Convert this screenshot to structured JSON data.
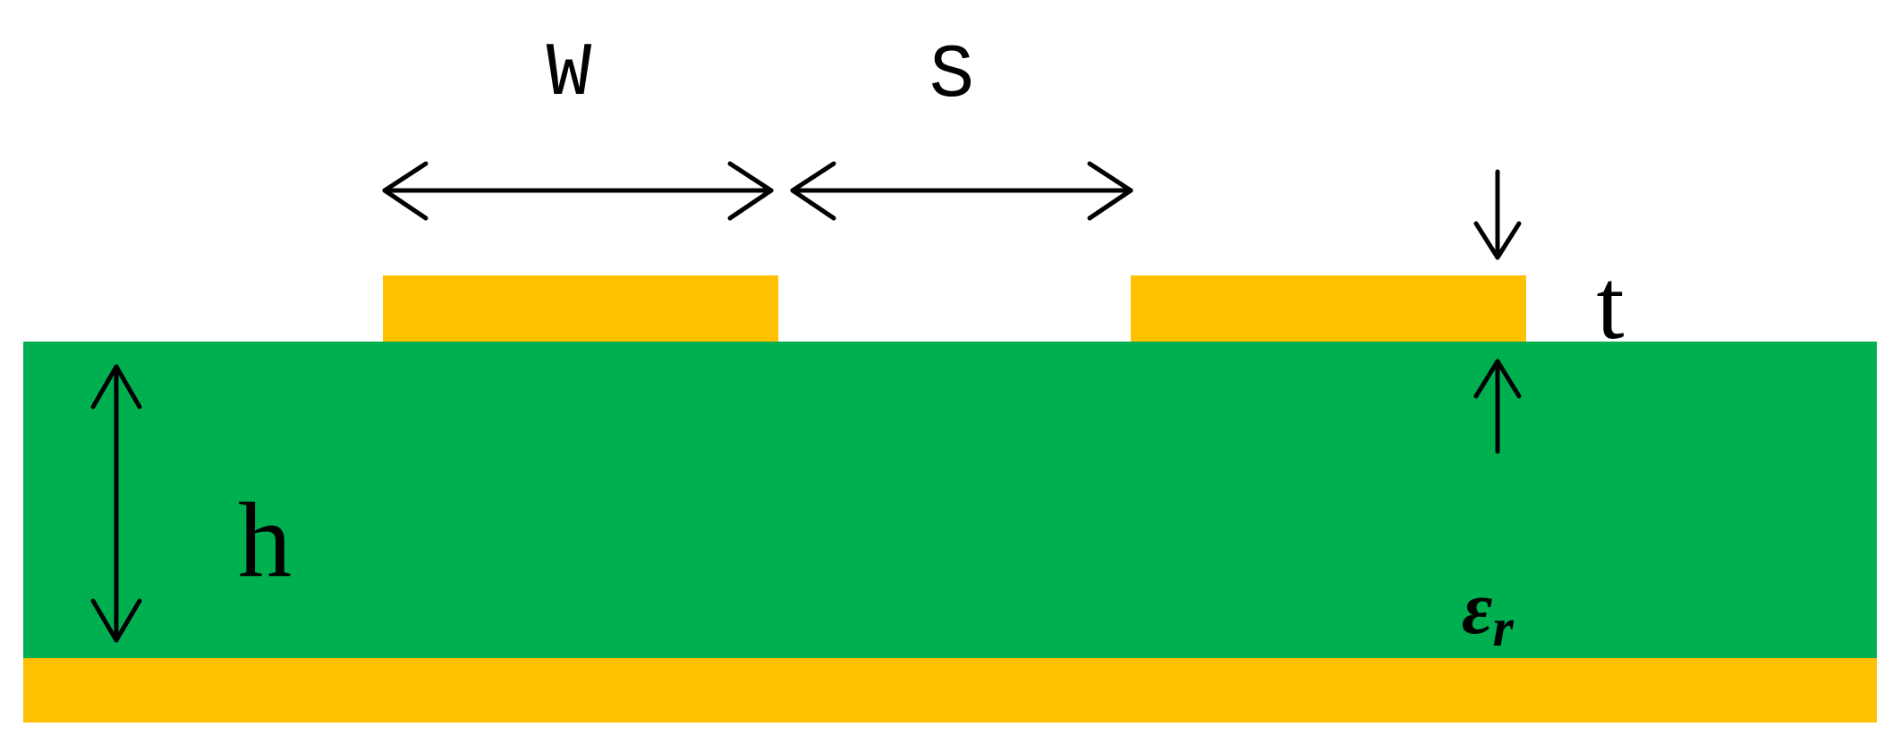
{
  "labels": {
    "width": "W",
    "spacing": "S",
    "thickness": "t",
    "height": "h",
    "permittivity_symbol": "ε",
    "permittivity_subscript": "r"
  },
  "colors": {
    "conductor": "#FFC000",
    "substrate": "#00B050",
    "background": "#FFFFFF",
    "arrow": "#000000"
  }
}
